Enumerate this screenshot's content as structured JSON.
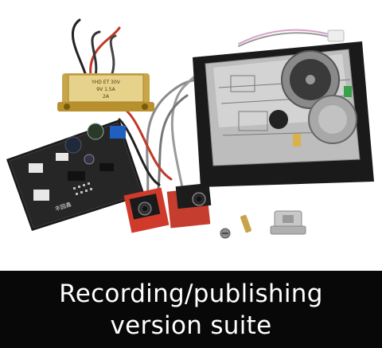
{
  "photo": {
    "pcb_marking": "丰园鑫",
    "transformer_label_lines": [
      "YHD ET 30V",
      "9V 1.5A",
      "2A"
    ]
  },
  "caption": {
    "line1": "Recording/publishing",
    "line2": "version suite"
  }
}
